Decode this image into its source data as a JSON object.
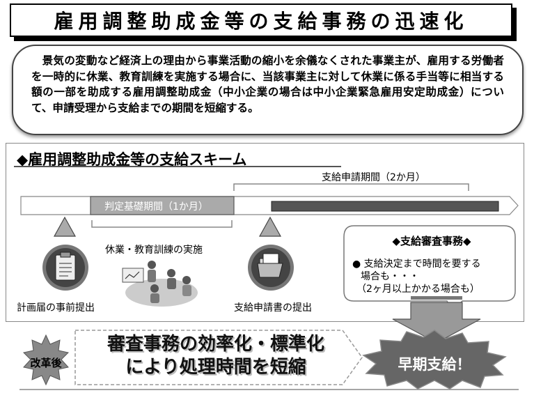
{
  "title": "雇用調整助成金等の支給事務の迅速化",
  "summary": "景気の変動など経済上の理由から事業活動の縮小を余儀なくされた事業主が、雇用する労働者を一時的に休業、教育訓練を実施する場合に、当該事業主に対して休業に係る手当等に相当する額の一部を助成する雇用調整助成金（中小企業の場合は中小企業緊急雇用安定助成金）について、申請受理から支給までの期間を短縮する。",
  "scheme": {
    "title": "◆雇用調整助成金等の支給スキーム",
    "judgment_period": "判定基礎期間（1か月）",
    "application_period": "支給申請期間（2か月）",
    "activity_label": "休業・教育訓練の実施",
    "plan_label": "計画届の事前提出",
    "application_label": "支給申請書の提出",
    "plan_icon": "clipboard-icon",
    "application_icon": "file-folder-icon",
    "activity_icon": "meeting-illustration",
    "review": {
      "title": "◆支給審査事務◆",
      "line1": "● 支給決定まで時間を要する",
      "line2": "場合も・・・",
      "line3": "（2ヶ月以上かかる場合も）"
    }
  },
  "reform": {
    "badge": "改革後",
    "line1": "審査事務の効率化・標準化",
    "line2": "により処理時間を短縮",
    "result": "早期支給！"
  },
  "colors": {
    "bar_gray": "#aaaaaa",
    "bar_dark": "#555555",
    "badge_gray": "#777777",
    "arrow_gray": "#999999"
  }
}
